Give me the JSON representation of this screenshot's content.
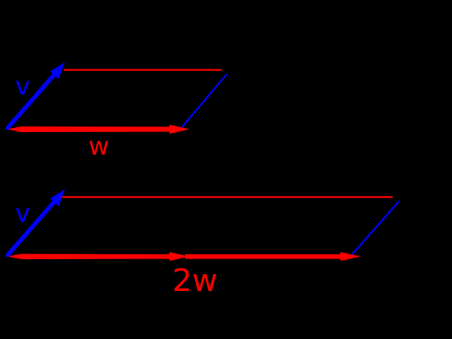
{
  "background_color": "#000000",
  "colors": {
    "v_vector": "#0000ff",
    "w_vector": "#ff0000"
  },
  "top_figure": {
    "v_label": "v",
    "w_label": "w"
  },
  "bottom_figure": {
    "v_label": "v",
    "w_label": "2w"
  }
}
